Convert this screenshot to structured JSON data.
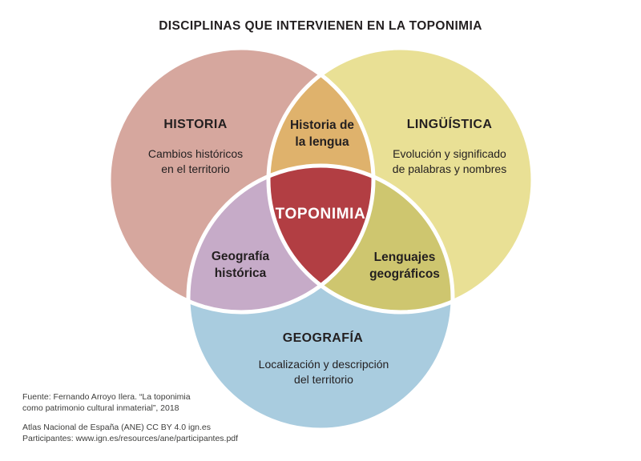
{
  "title": "DISCIPLINAS QUE INTERVIENEN EN LA TOPONIMIA",
  "colors": {
    "historia": "#D6A79E",
    "linguistica": "#E9E095",
    "geografia": "#A9CCDF",
    "historia_lengua": "#DFB26C",
    "geografia_historica": "#C6ABC8",
    "lenguajes_geograficos": "#CEC66F",
    "toponimia": "#B23E43",
    "stroke": "#FFFFFF",
    "text": "#231F20"
  },
  "sets": {
    "historia": {
      "name": "HISTORIA",
      "desc1": "Cambios históricos",
      "desc2": "en el territorio"
    },
    "linguistica": {
      "name": "LINGÜÍSTICA",
      "desc1": "Evolución y significado",
      "desc2": "de palabras y nombres"
    },
    "geografia": {
      "name": "GEOGRAFÍA",
      "desc1": "Localización y descripción",
      "desc2": "del territorio"
    }
  },
  "intersections": {
    "historia_linguistica": {
      "line1": "Historia de",
      "line2": "la lengua"
    },
    "historia_geografia": {
      "line1": "Geografía",
      "line2": "histórica"
    },
    "linguistica_geografia": {
      "line1": "Lenguajes",
      "line2": "geográficos"
    },
    "center": {
      "label": "TOPONIMIA"
    }
  },
  "footer": {
    "source_line1": "Fuente: Fernando Arroyo Ilera. “La toponimia",
    "source_line2": "como patrimonio cultural inmaterial”, 2018",
    "license_line": "Atlas Nacional de España (ANE) CC BY 4.0 ign.es",
    "participants_line": "Participantes: www.ign.es/resources/ane/participantes.pdf"
  }
}
